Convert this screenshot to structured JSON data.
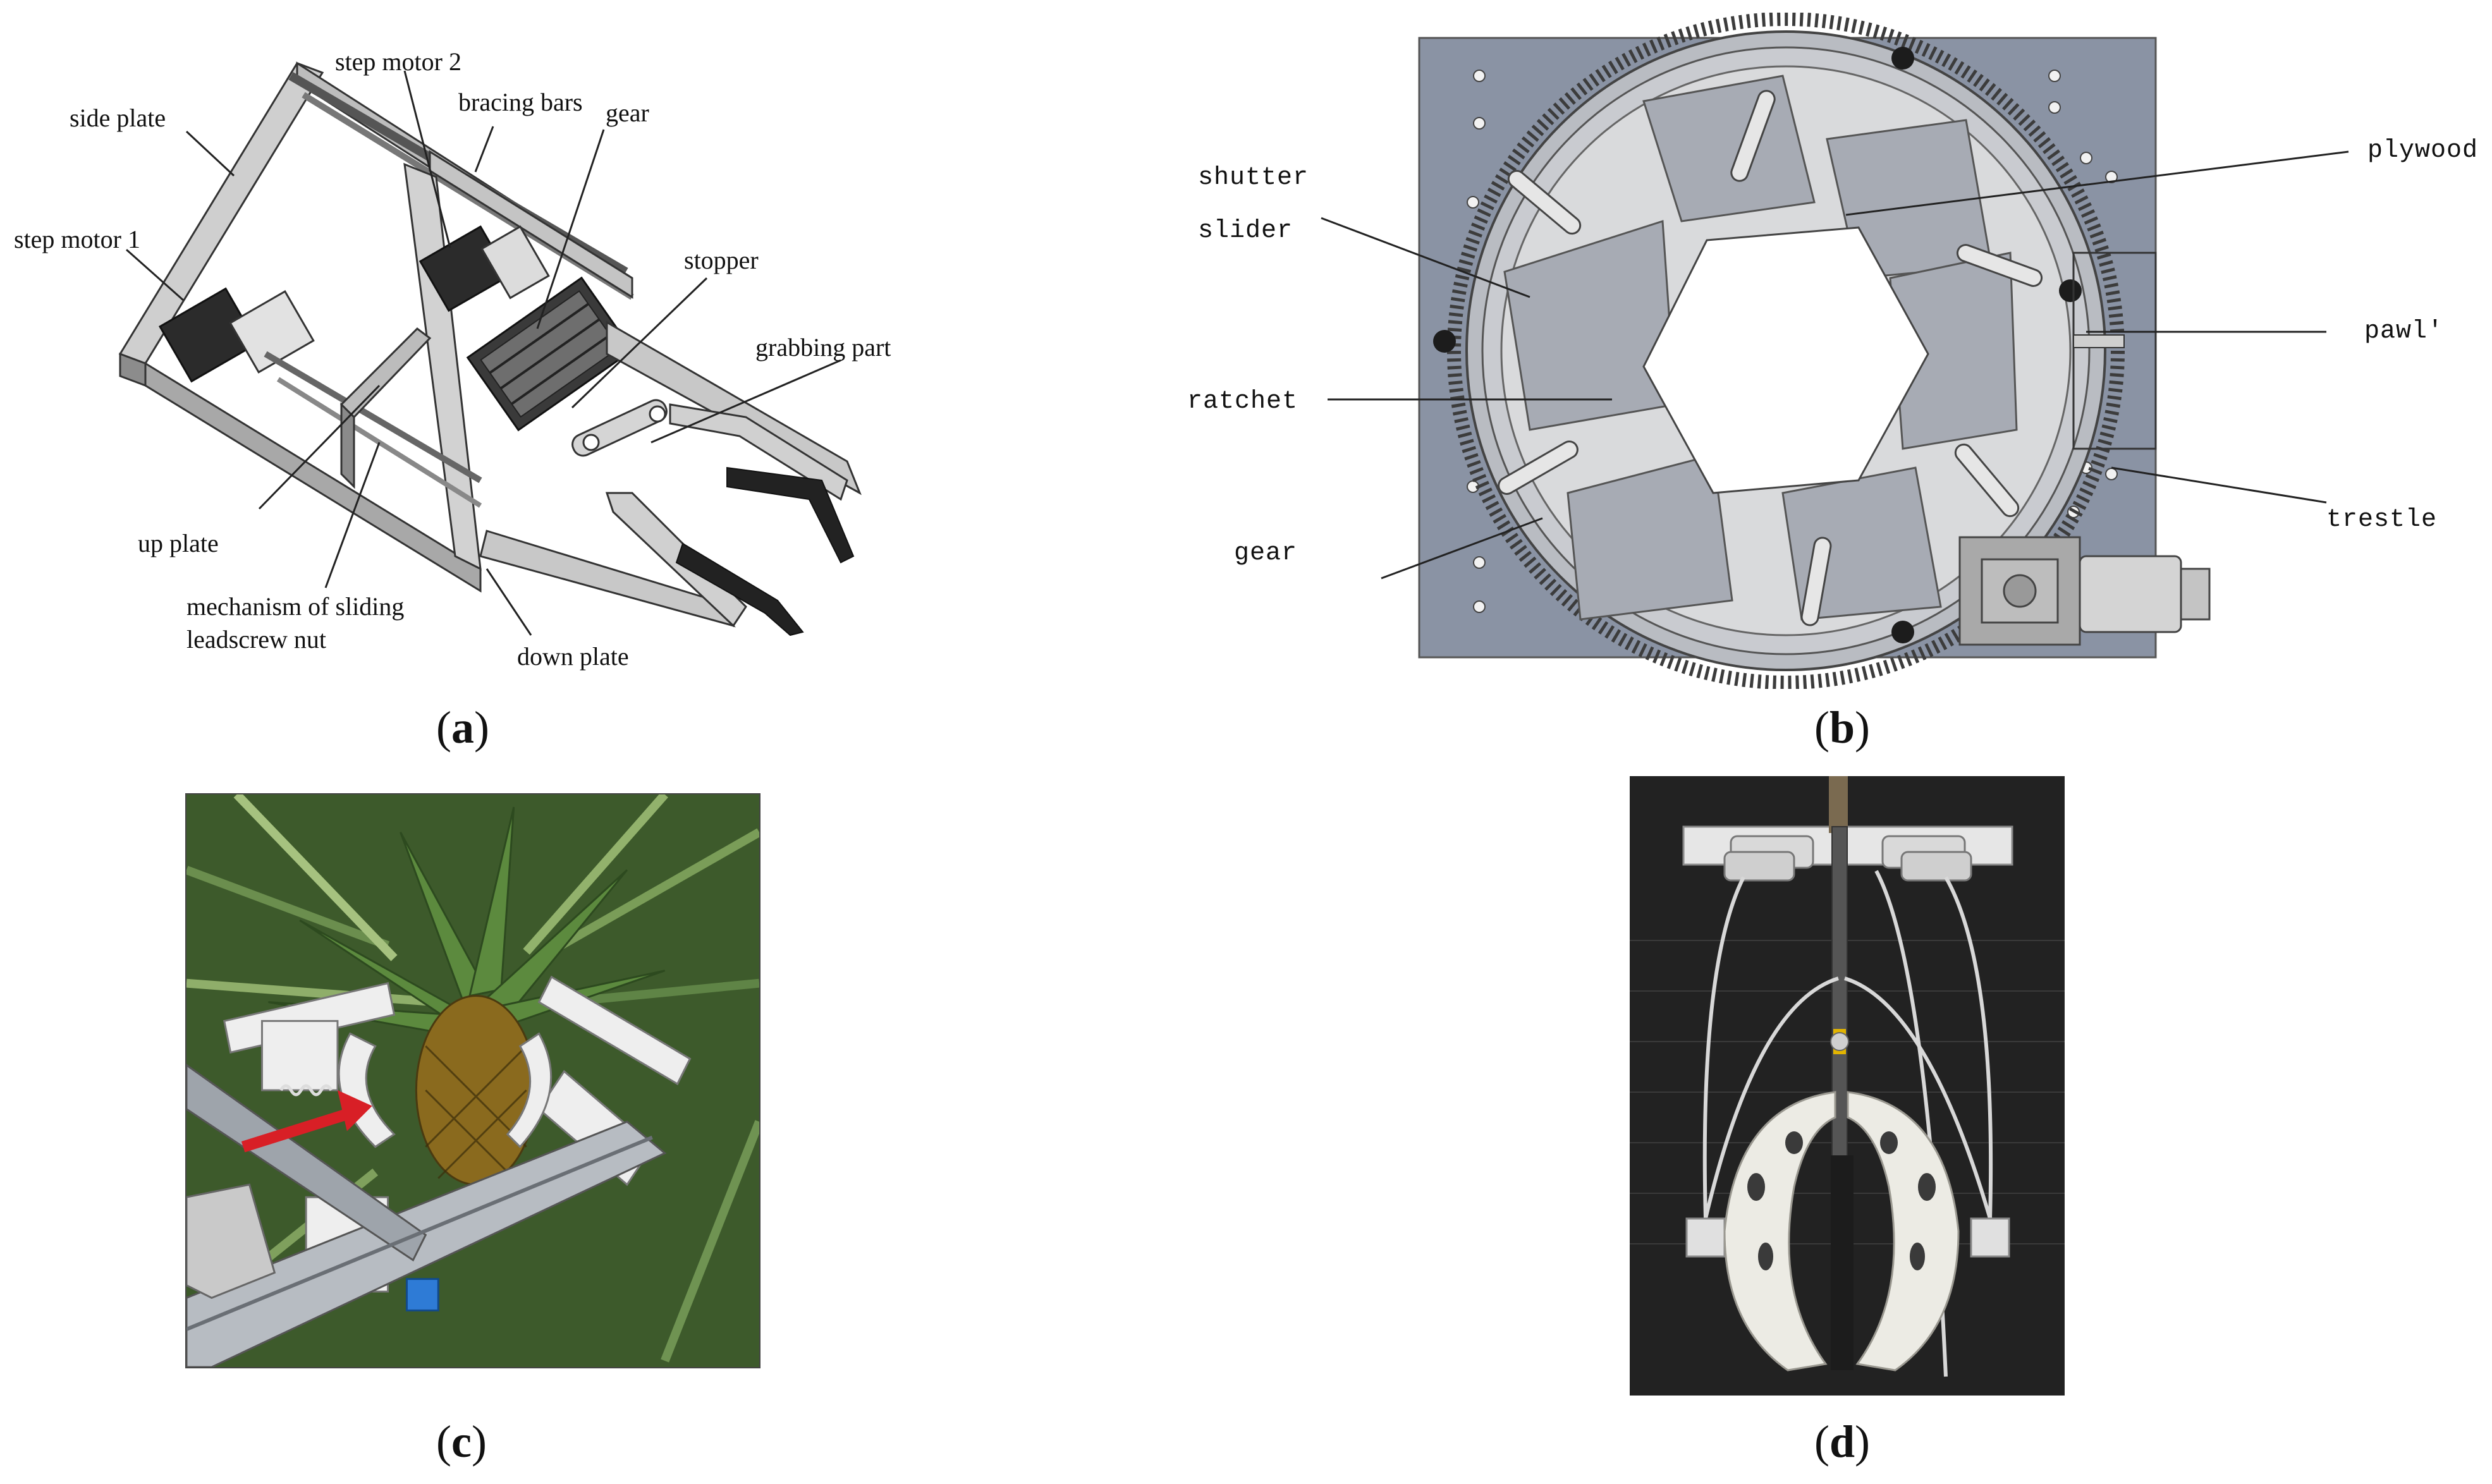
{
  "panel_a": {
    "labels": {
      "side_plate": "side plate",
      "step_motor_2": "step motor 2",
      "bracing_bars": "bracing bars",
      "gear": "gear",
      "step_motor_1": "step motor 1",
      "stopper": "stopper",
      "grabbing_part": "grabbing part",
      "up_plate": "up plate",
      "mechanism_line1": "mechanism of sliding",
      "mechanism_line2": "leadscrew nut",
      "down_plate": "down plate"
    },
    "caption": {
      "open": "(",
      "letter": "a",
      "close": ")"
    }
  },
  "panel_b": {
    "labels": {
      "shutter": "shutter",
      "slider": "slider",
      "ratchet": "ratchet",
      "gear": "gear",
      "plywood": "plywood",
      "pawl": "pawl'",
      "trestle": "trestle"
    },
    "caption": {
      "open": "(",
      "letter": "b",
      "close": ")"
    }
  },
  "panel_c": {
    "caption": {
      "open": "(",
      "letter": "c",
      "close": ")"
    }
  },
  "panel_d": {
    "caption": {
      "open": "(",
      "letter": "d",
      "close": ")"
    }
  }
}
